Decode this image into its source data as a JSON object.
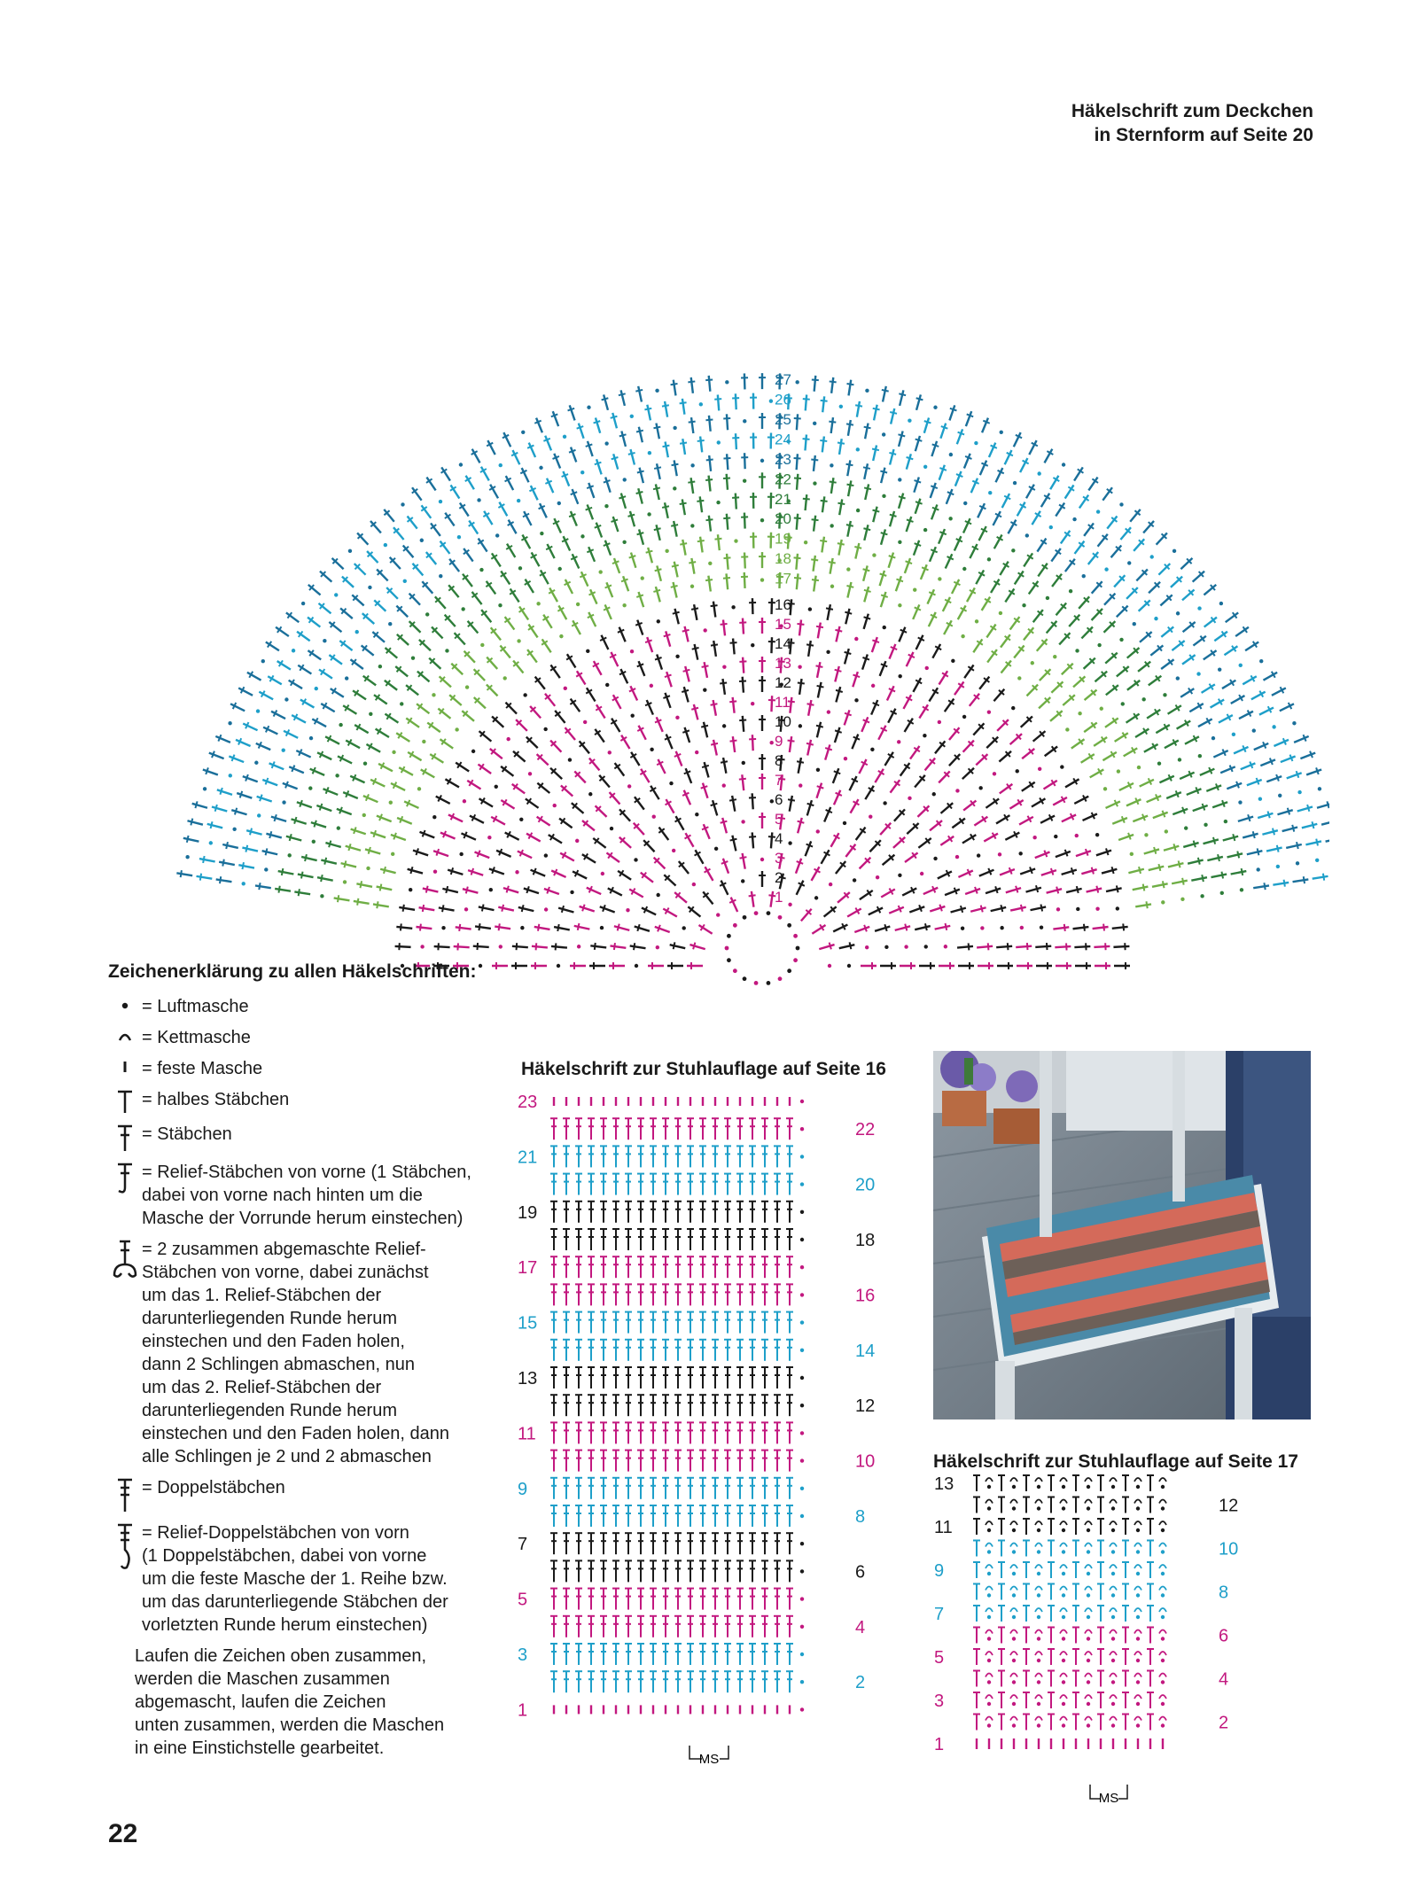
{
  "captions": {
    "doily": [
      "Häkelschrift zum Deckchen",
      "in Sternform auf Seite 20"
    ],
    "chair16": "Häkelschrift zur Stuhlauflage auf Seite 16",
    "chair17": "Häkelschrift zur Stuhlauflage auf Seite 17"
  },
  "colors": {
    "magenta": "#c2187f",
    "cyan": "#1e9fc9",
    "teal": "#1a6f9a",
    "green": "#6fae45",
    "darkgreen": "#2e7d3a",
    "black": "#1a1a1a"
  },
  "doily": {
    "round_numbers": [
      "1",
      "2",
      "3",
      "4",
      "5",
      "6",
      "7",
      "8",
      "9",
      "10",
      "11",
      "12",
      "13",
      "14",
      "15",
      "16",
      "17",
      "18",
      "19",
      "20",
      "21",
      "22",
      "23",
      "24",
      "25",
      "26",
      "27"
    ]
  },
  "legend": {
    "title": "Zeichenerklärung zu allen Häkelschriften:",
    "items": [
      {
        "icon": "chain-stitch-icon",
        "lines": [
          "= Luftmasche"
        ]
      },
      {
        "icon": "slip-stitch-icon",
        "lines": [
          "= Kettmasche"
        ]
      },
      {
        "icon": "single-crochet-icon",
        "lines": [
          "= feste Masche"
        ]
      },
      {
        "icon": "half-double-crochet-icon",
        "lines": [
          "= halbes Stäbchen"
        ]
      },
      {
        "icon": "double-crochet-icon",
        "lines": [
          "= Stäbchen"
        ]
      },
      {
        "icon": "front-post-dc-icon",
        "lines": [
          "= Relief-Stäbchen von vorne (1 Stäbchen,",
          "dabei von vorne nach hinten um die",
          "Masche der Vorrunde herum einstechen)"
        ]
      },
      {
        "icon": "fpdc2tog-icon",
        "lines": [
          "= 2 zusammen abgemaschte Relief-",
          "Stäbchen von vorne, dabei zunächst",
          "um das 1. Relief-Stäbchen der",
          "darunterliegenden Runde herum",
          "einstechen und den Faden holen,",
          "dann 2 Schlingen abmaschen, nun",
          "um das 2. Relief-Stäbchen der",
          "darunterliegenden Runde herum",
          "einstechen und den Faden holen, dann",
          "alle Schlingen je 2 und 2 abmaschen"
        ]
      },
      {
        "icon": "treble-crochet-icon",
        "lines": [
          "= Doppelstäbchen"
        ]
      },
      {
        "icon": "front-post-tr-icon",
        "lines": [
          "= Relief-Doppelstäbchen von vorn",
          "(1 Doppelstäbchen, dabei von vorne",
          "um die feste Masche der 1. Reihe bzw.",
          "um das darunterliegende Stäbchen der",
          "vorletzten Runde herum einstechen)"
        ]
      }
    ],
    "note": [
      "Laufen die Zeichen oben zusammen,",
      "werden die Maschen zusammen",
      "abgemascht, laufen die Zeichen",
      "unten zusammen, werden die Maschen",
      "in eine Einstichstelle gearbeitet."
    ]
  },
  "chart16": {
    "left_numbers": [
      "23",
      "21",
      "19",
      "17",
      "15",
      "13",
      "11",
      "9",
      "7",
      "5",
      "3",
      "1"
    ],
    "right_numbers": [
      "22",
      "20",
      "18",
      "16",
      "14",
      "12",
      "10",
      "8",
      "6",
      "4",
      "2"
    ],
    "ms_label": "MS",
    "row_colors": [
      "magenta",
      "magenta",
      "cyan",
      "cyan",
      "black",
      "black",
      "magenta",
      "magenta",
      "cyan",
      "cyan",
      "black",
      "black",
      "magenta",
      "magenta",
      "cyan",
      "cyan",
      "black",
      "black",
      "magenta",
      "magenta",
      "cyan",
      "cyan",
      "magenta"
    ]
  },
  "chart17": {
    "left_numbers": [
      "13",
      "11",
      "9",
      "7",
      "5",
      "3",
      "1"
    ],
    "right_numbers": [
      "12",
      "10",
      "8",
      "6",
      "4",
      "2"
    ],
    "ms_label": "MS",
    "row_colors": [
      "magenta",
      "magenta",
      "magenta",
      "magenta",
      "magenta",
      "magenta",
      "cyan",
      "cyan",
      "cyan",
      "cyan",
      "black",
      "black",
      "black"
    ]
  },
  "photo": {
    "alt": "Stuhl mit gestreifter Stuhlauflage"
  },
  "page_number": "22"
}
